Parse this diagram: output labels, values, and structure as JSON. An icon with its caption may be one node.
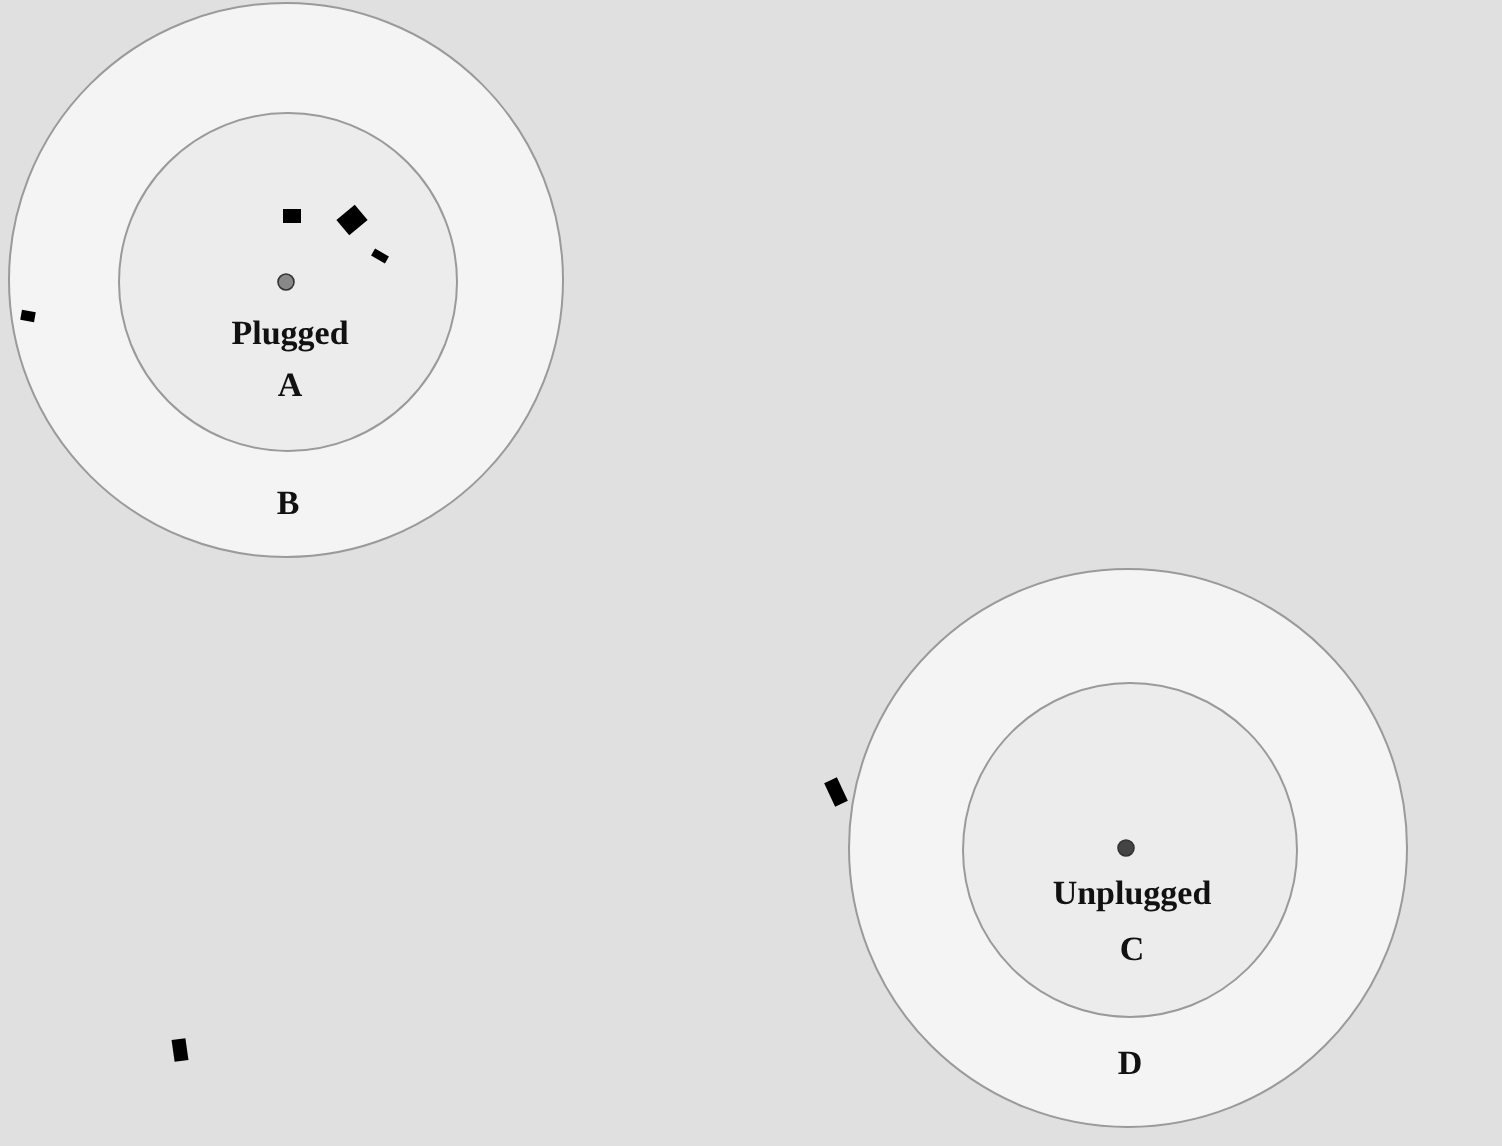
{
  "diagram": {
    "nodes": [
      {
        "text": [
          "B"
        ]
      },
      {
        "text": [
          "Plugged",
          "A"
        ],
        "in": 0
      },
      {
        "text": [
          "D"
        ]
      },
      {
        "text": [
          "Unplugged",
          "C"
        ],
        "in": 2
      }
    ]
  }
}
